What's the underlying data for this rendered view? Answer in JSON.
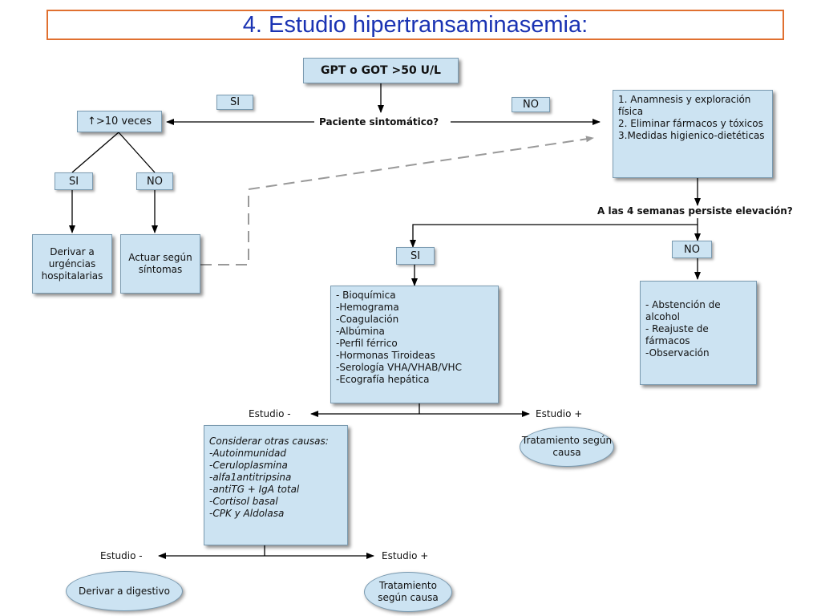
{
  "title": "4. Estudio hipertransaminasemia:",
  "nodes": {
    "start": "GPT o GOT >50 U/L",
    "question_symptomatic": "Paciente sintomático?",
    "times_10": "↑>10 veces",
    "derivar_urgencias": "Derivar a urgéncias hospitalarias",
    "actuar_sintomas": "Actuar según síntomas",
    "no_branch_box": "1. Anamnesis y exploración física\n2. Eliminar fármacos y tóxicos\n3.Medidas higienico-dietéticas",
    "question_4_weeks": "A las 4 semanas persiste elevación?",
    "tests_box": "- Bioquímica\n-Hemograma\n-Coagulación\n-Albúmina\n-Perfil férrico\n-Hormonas Tiroideas\n-Serología VHA/VHAB/VHC\n-Ecografía hepática",
    "abstention_box": "- Abstención de alcohol\n- Reajuste de fármacos\n-Observación",
    "other_causes_box": "Considerar otras causas:\n-Autoinmunidad\n-Ceruloplasmina\n-alfa1antitripsina\n-antiTG + IgA total\n-Cortisol basal\n-CPK y Aldolasa",
    "treatment_1": "Tratamiento según causa",
    "treatment_2": "Tratamiento según causa",
    "derivar_digestivo": "Derivar a digestivo"
  },
  "edge_labels": {
    "si_top": "SI",
    "no_top": "NO",
    "si_left": "SI",
    "no_left": "NO",
    "si_mid": "SI",
    "no_mid": "NO",
    "estudio_neg_1": "Estudio -",
    "estudio_pos_1": "Estudio +",
    "estudio_neg_2": "Estudio -",
    "estudio_pos_2": "Estudio +"
  },
  "colors": {
    "title_text": "#1a33b3",
    "title_border": "#e07030",
    "node_fill": "#cce3f2",
    "dashed_line": "#999999"
  }
}
